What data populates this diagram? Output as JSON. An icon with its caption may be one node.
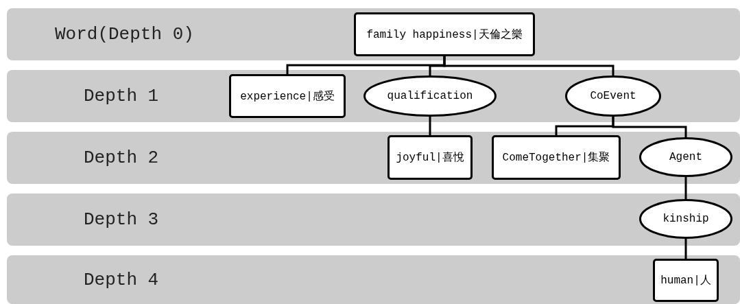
{
  "diagram": {
    "nodes": [
      {
        "text": [
          "Word(Depth 0)"
        ]
      },
      {
        "text": [
          "family happiness|天倫之樂"
        ],
        "in": 0
      },
      {
        "text": [
          "Depth 1"
        ]
      },
      {
        "text": [
          "experience|感受"
        ],
        "in": 2
      },
      {
        "text": [
          "qualification"
        ],
        "in": 2
      },
      {
        "text": [
          "CoEvent"
        ],
        "in": 2
      },
      {
        "text": [
          "Depth 2"
        ]
      },
      {
        "text": [
          "joyful|喜悅"
        ],
        "in": 6
      },
      {
        "text": [
          "ComeTogether|集聚"
        ],
        "in": 6
      },
      {
        "text": [
          "Agent"
        ],
        "in": 6
      },
      {
        "text": [
          "Depth 3"
        ]
      },
      {
        "text": [
          "kinship"
        ],
        "in": 10
      },
      {
        "text": [
          "Depth 4"
        ]
      },
      {
        "text": [
          "human|人"
        ],
        "in": 12
      }
    ],
    "edges": [
      {
        "from": 1,
        "to": 3,
        "arrow": "none"
      },
      {
        "from": 1,
        "to": 4,
        "arrow": "none"
      },
      {
        "from": 1,
        "to": 5,
        "arrow": "none"
      },
      {
        "from": 4,
        "to": 7,
        "arrow": "none"
      },
      {
        "from": 5,
        "to": 8,
        "arrow": "none"
      },
      {
        "from": 5,
        "to": 9,
        "arrow": "none"
      },
      {
        "from": 9,
        "to": 11,
        "arrow": "none"
      },
      {
        "from": 11,
        "to": 13,
        "arrow": "none"
      }
    ]
  }
}
